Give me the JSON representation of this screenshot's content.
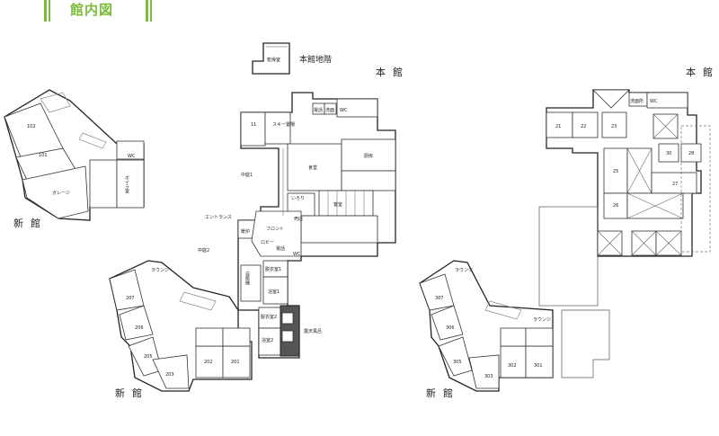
{
  "header": {
    "title": "館内図",
    "accent_color": "#7dbb3a"
  },
  "basement": {
    "label": "本館地階",
    "room": "乾燥室"
  },
  "floor1": {
    "main_label": "本館",
    "new_label": "新館",
    "annex": {
      "rooms": [
        "102",
        "101",
        "ガレージ",
        "ボイラ室",
        "WC"
      ],
      "label": "新館"
    },
    "main": {
      "room_11": "11",
      "ski": "スキー置場",
      "phone1": "電話",
      "washroom": "洗面",
      "wc1": "WC",
      "kitchen": "厨房",
      "dining": "食堂",
      "courtyard1": "中庭1",
      "irori": "いろり",
      "guest": "客室",
      "shop": "売店",
      "entrance": "エントランス",
      "fireplace": "暖炉",
      "front": "フロント",
      "lobby": "ロビー",
      "phone2": "電話",
      "wc2": "WC",
      "courtyard2": "中庭2",
      "dressing1": "脱衣室1",
      "vending": "自販機",
      "bath1": "浴室1",
      "dressing2": "脱衣室2",
      "bath2": "浴室2",
      "outdoor_bath": "露天風呂",
      "lounge": "ラウンジ"
    },
    "new_rooms": [
      "207",
      "206",
      "205",
      "203",
      "202",
      "201"
    ]
  },
  "floor2": {
    "main_label": "本館",
    "new_label": "新館",
    "washroom": "洗面所",
    "wc": "WC",
    "main_rooms": [
      "21",
      "22",
      "23",
      "25",
      "26",
      "27",
      "28",
      "30"
    ],
    "lounge1": "ラウンジ",
    "lounge2": "ラウンジ",
    "new_rooms": [
      "307",
      "306",
      "305",
      "303",
      "302",
      "301"
    ]
  }
}
